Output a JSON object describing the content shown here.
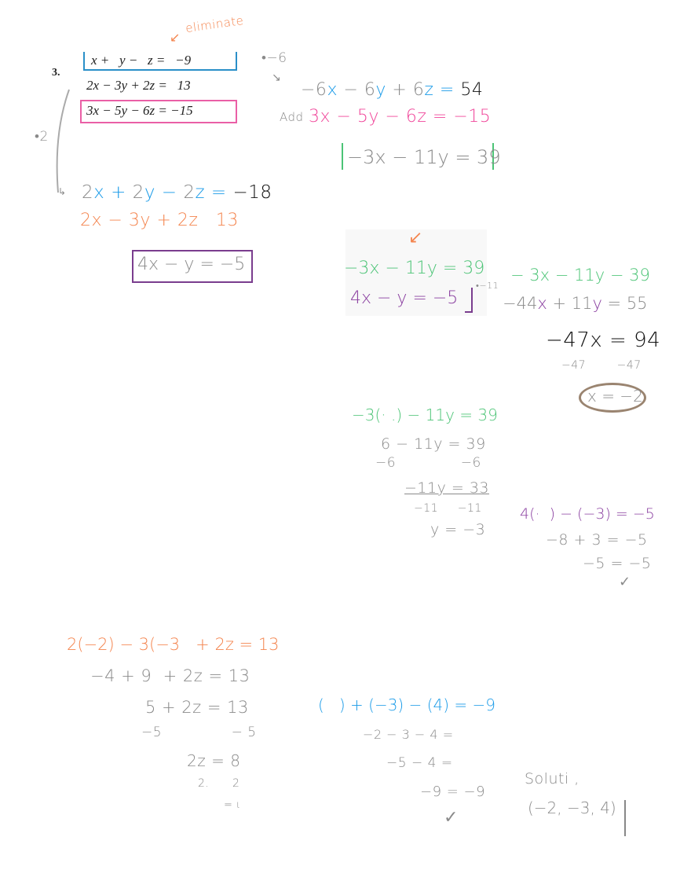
{
  "colors": {
    "blue": "#1a9be8",
    "pink": "#f0469a",
    "green": "#4cc476",
    "orange": "#f4854f",
    "purple": "#8a3fa0",
    "gray": "#8a8a8a",
    "circle": "#9a8470"
  },
  "problem": {
    "number": "3.",
    "eq1": "x +   y −   z =   −9",
    "eq2": "2x − 3y + 2z =   13",
    "eq3": "3x − 5y − 6z = −15",
    "note_eliminate": "eliminate",
    "mult_neg6": "•−6",
    "mult_2": "•2"
  },
  "step1": {
    "line1": [
      {
        "t": "−6",
        "c": "gray"
      },
      {
        "t": "x",
        "c": "blue"
      },
      {
        "t": " − 6",
        "c": "gray"
      },
      {
        "t": "y",
        "c": "blue"
      },
      {
        "t": " + 6",
        "c": "gray"
      },
      {
        "t": "z",
        "c": "blue"
      },
      {
        "t": " = ",
        "c": "blue"
      },
      {
        "t": "54",
        "c": "black"
      }
    ],
    "add_label": "Add",
    "line2": "3x − 5y − 6z = −15",
    "result": "−3x − 11y = 39"
  },
  "step2": {
    "line1": [
      {
        "t": "2",
        "c": "gray"
      },
      {
        "t": "x",
        "c": "blue"
      },
      {
        "t": " + ",
        "c": "blue"
      },
      {
        "t": "2",
        "c": "gray"
      },
      {
        "t": "y",
        "c": "blue"
      },
      {
        "t": " − ",
        "c": "blue"
      },
      {
        "t": "2",
        "c": "gray"
      },
      {
        "t": "z",
        "c": "blue"
      },
      {
        "t": " = ",
        "c": "blue"
      },
      {
        "t": "−18",
        "c": "black"
      }
    ],
    "line2": "2x − 3y + 2z   13",
    "result": "4x − y = −5"
  },
  "step3": {
    "eq_a": "−3x − 11y = 39",
    "eq_b": "4x − y = −5",
    "mult_neg11": "•−11",
    "eq_a_copy": "− 3x − 11y − 39",
    "eq_b_scaled": [
      {
        "t": "−44",
        "c": "gray"
      },
      {
        "t": "x",
        "c": "purple"
      },
      {
        "t": " + 11",
        "c": "gray"
      },
      {
        "t": "y",
        "c": "purple"
      },
      {
        "t": " = 55",
        "c": "gray"
      }
    ],
    "sum": "−47x = 94",
    "divisors": "−47        −47",
    "x_result": "x = −2"
  },
  "solve_y": {
    "sub": "−3(· .) − 11y = 39",
    "l1": "6 − 11y = 39",
    "l1_sub": "−6              −6",
    "l2": "−11y = 33",
    "l2_div": "−11     −11",
    "result": "y = −3"
  },
  "check_b": {
    "sub": "4(·  ) − (−3) = −5",
    "l1": "−8 + 3 = −5",
    "l2": "−5 = −5",
    "check": "✓"
  },
  "solve_z": {
    "sub": "2(−2) − 3(−3   + 2z = 13",
    "l1": "−4 + 9  + 2z = 13",
    "l2": "5 + 2z = 13",
    "l2_sub": "−5               − 5",
    "l3": "2z = 8",
    "l3_div": "2.      2",
    "result": "= ι"
  },
  "check_a": {
    "sub": "(   ) + (−3) − (4) = −9",
    "l1": "−2 − 3 − 4 =",
    "l2": "−5 − 4 =",
    "l3": "−9 = −9",
    "check": "✓"
  },
  "solution": {
    "label": "Soluti ,",
    "value": "(−2, −3, 4)"
  }
}
